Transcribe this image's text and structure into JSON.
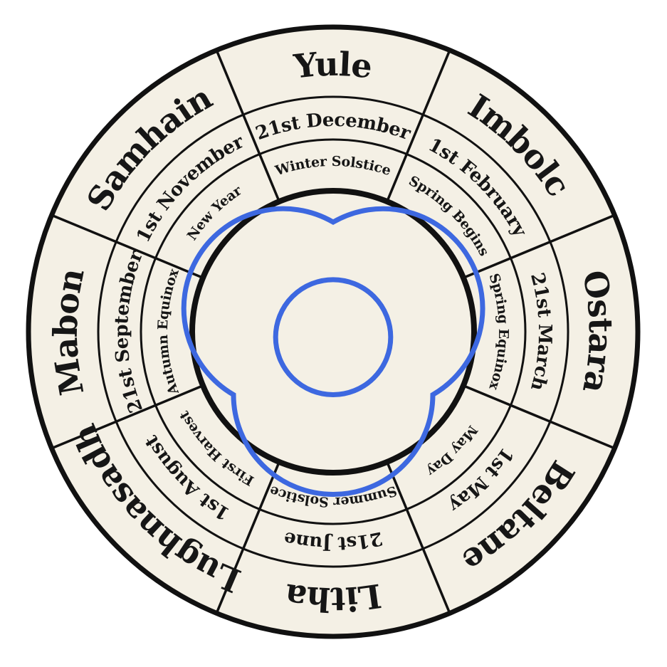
{
  "colors": {
    "background": "#ffffff",
    "ring_fill": "#f4f0e5",
    "line": "#111111",
    "symbol": "#3d68e0"
  },
  "symbol": "triquetra-icon",
  "festivals": [
    {
      "name": "Yule",
      "date": "21st December",
      "desc": "Winter Solstice"
    },
    {
      "name": "Imbolc",
      "date": "1st February",
      "desc": "Spring Begins"
    },
    {
      "name": "Ostara",
      "date": "21st March",
      "desc": "Spring Equinox"
    },
    {
      "name": "Beltane",
      "date": "1st May",
      "desc": "May Day"
    },
    {
      "name": "Litha",
      "date": "21st June",
      "desc": "Summer Solstice"
    },
    {
      "name": "Lughnasadh",
      "date": "1st August",
      "desc": "First Harvest"
    },
    {
      "name": "Mabon",
      "date": "21st September",
      "desc": "Autumn Equinox"
    },
    {
      "name": "Samhain",
      "date": "1st November",
      "desc": "New Year"
    }
  ]
}
